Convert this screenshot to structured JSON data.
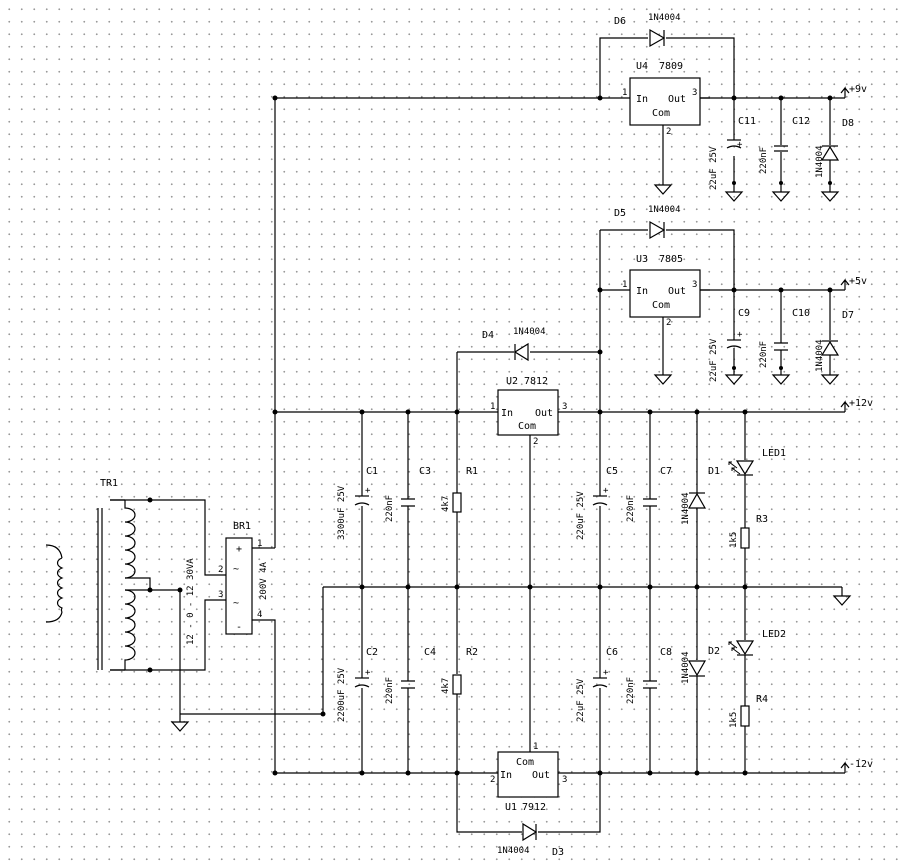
{
  "labels": {
    "d6_ref": "D6",
    "d6_val": "1N4004",
    "u4_ref": "U4",
    "u4_val": "7809",
    "u4_in": "In",
    "u4_out": "Out",
    "u4_com": "Com",
    "u4_p1": "1",
    "u4_p2": "2",
    "u4_p3": "3",
    "rail_9v": "+9v",
    "c11_ref": "C11",
    "c11_val": "22uF 25V",
    "c12_ref": "C12",
    "c12_val": "220nF",
    "d8_ref": "D8",
    "d8_val": "1N4004",
    "d5_ref": "D5",
    "d5_val": "1N4004",
    "u3_ref": "U3",
    "u3_val": "7805",
    "u3_in": "In",
    "u3_out": "Out",
    "u3_com": "Com",
    "u3_p1": "1",
    "u3_p2": "2",
    "u3_p3": "3",
    "rail_5v": "+5v",
    "c9_ref": "C9",
    "c9_val": "22uF 25V",
    "c10_ref": "C10",
    "c10_val": "220nF",
    "d7_ref": "D7",
    "d7_val": "1N4004",
    "d4_ref": "D4",
    "d4_val": "1N4004",
    "u2_ref": "U2",
    "u2_val": "7812",
    "u2_in": "In",
    "u2_out": "Out",
    "u2_com": "Com",
    "u2_p1": "1",
    "u2_p2": "2",
    "u2_p3": "3",
    "rail_12v": "+12v",
    "c1_ref": "C1",
    "c1_val": "3300uF 25V",
    "c3_ref": "C3",
    "c3_val": "220nF",
    "r1_ref": "R1",
    "r1_val": "4k7",
    "c5_ref": "C5",
    "c5_val": "220uF 25V",
    "c7_ref": "C7",
    "c7_val": "220nF",
    "d1_ref": "D1",
    "d1_val": "1N4004",
    "led1_ref": "LED1",
    "r3_ref": "R3",
    "r3_val": "1k5",
    "tr1_ref": "TR1",
    "tr1_val": "12 - 0 - 12  30VA",
    "br1_ref": "BR1",
    "br1_val": "200V 4A",
    "br1_plus": "+",
    "br1_minus": "-",
    "br1_ac1": "~",
    "br1_ac2": "~",
    "br1_p1": "1",
    "br1_p2": "2",
    "br1_p3": "3",
    "br1_p4": "4",
    "c2_ref": "C2",
    "c2_val": "2200uF 25V",
    "c4_ref": "C4",
    "c4_val": "220nF",
    "r2_ref": "R2",
    "r2_val": "4k7",
    "c6_ref": "C6",
    "c6_val": "22uF 25V",
    "c8_ref": "C8",
    "c8_val": "220nF",
    "d2_ref": "D2",
    "d2_val": "1N4004",
    "led2_ref": "LED2",
    "r4_ref": "R4",
    "r4_val": "1k5",
    "u1_ref": "U1",
    "u1_val": "7912",
    "u1_in": "In",
    "u1_out": "Out",
    "u1_com": "Com",
    "u1_p1": "1",
    "u1_p2": "2",
    "u1_p3": "3",
    "rail_m12v": "-12v",
    "d3_ref": "D3",
    "d3_val": "1N4004"
  },
  "colors": {
    "ink": "#000000",
    "paper": "#ffffff",
    "grid": "#9a9a9a"
  }
}
